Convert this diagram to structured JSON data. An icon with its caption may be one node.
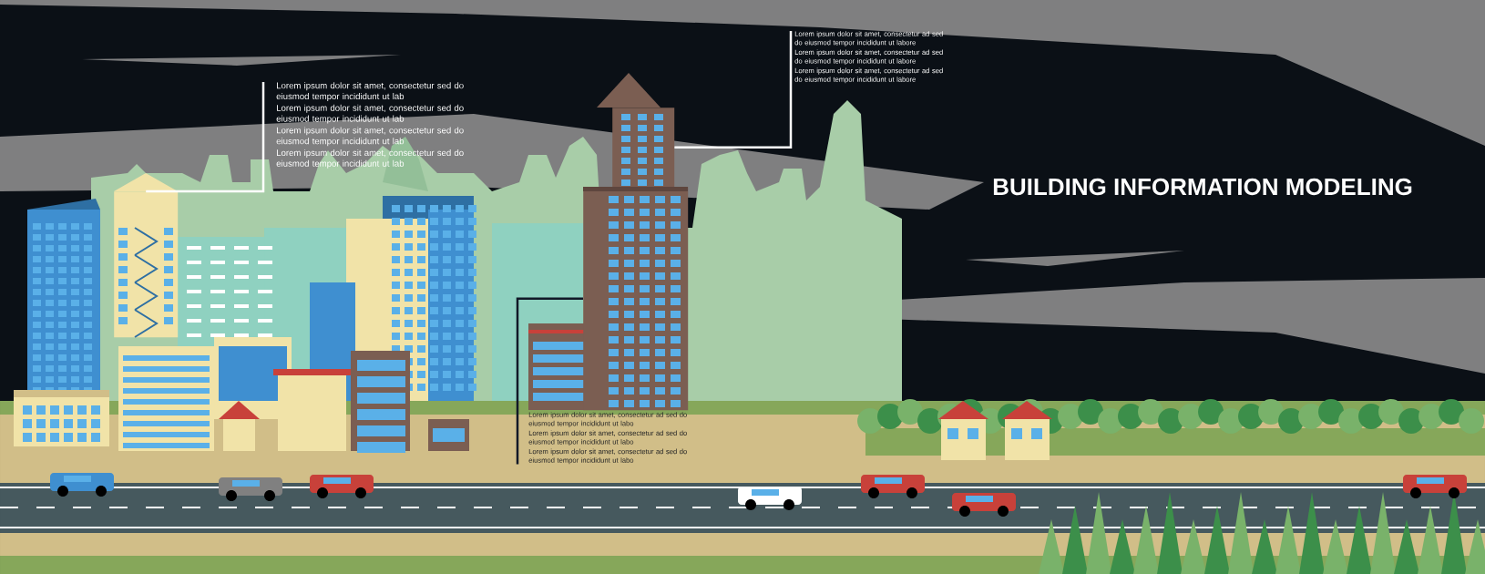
{
  "diagram": {
    "title": "BUILDING INFORMATION MODELING",
    "nodes": [
      {
        "text": [
          "Lorem ipsum dolor sit amet, consectetur sed do eiusmod tempor incididunt ut lab",
          "Lorem ipsum dolor sit amet, consectetur sed do eiusmod tempor incididunt ut lab",
          "Lorem ipsum dolor sit amet, consectetur sed do eiusmod tempor incididunt ut lab",
          "Lorem ipsum dolor sit amet, consectetur sed do eiusmod tempor incididunt ut lab"
        ]
      },
      {
        "text": [
          "Lorem ipsum dolor sit amet, consectetur ad sed do eiusmod tempor incididunt ut labore",
          "Lorem ipsum dolor sit amet, consectetur ad sed do eiusmod tempor incididunt ut labore",
          "Lorem ipsum dolor sit amet, consectetur ad sed do eiusmod tempor incididunt ut labore"
        ]
      },
      {
        "text": [
          "Lorem ipsum dolor sit amet, consectetur ad sed do eiusmod tempor incididunt ut labo",
          "Lorem ipsum dolor sit amet, consectetur ad sed do eiusmod tempor incididunt ut labo",
          "Lorem ipsum dolor sit amet, consectetur ad sed do eiusmod tempor incididunt ut labo"
        ]
      },
      {
        "text": [],
        "shape": "picture"
      },
      {
        "text": [],
        "shape": "picture"
      },
      {
        "text": [],
        "shape": "picture"
      }
    ],
    "edges": [
      {
        "from": 0,
        "to": 4,
        "arrow": "none",
        "color": "#ffffff"
      },
      {
        "from": 1,
        "to": 3,
        "arrow": "none",
        "color": "#ffffff"
      },
      {
        "from": 2,
        "to": 5,
        "arrow": "none",
        "color": "#111827"
      }
    ]
  }
}
